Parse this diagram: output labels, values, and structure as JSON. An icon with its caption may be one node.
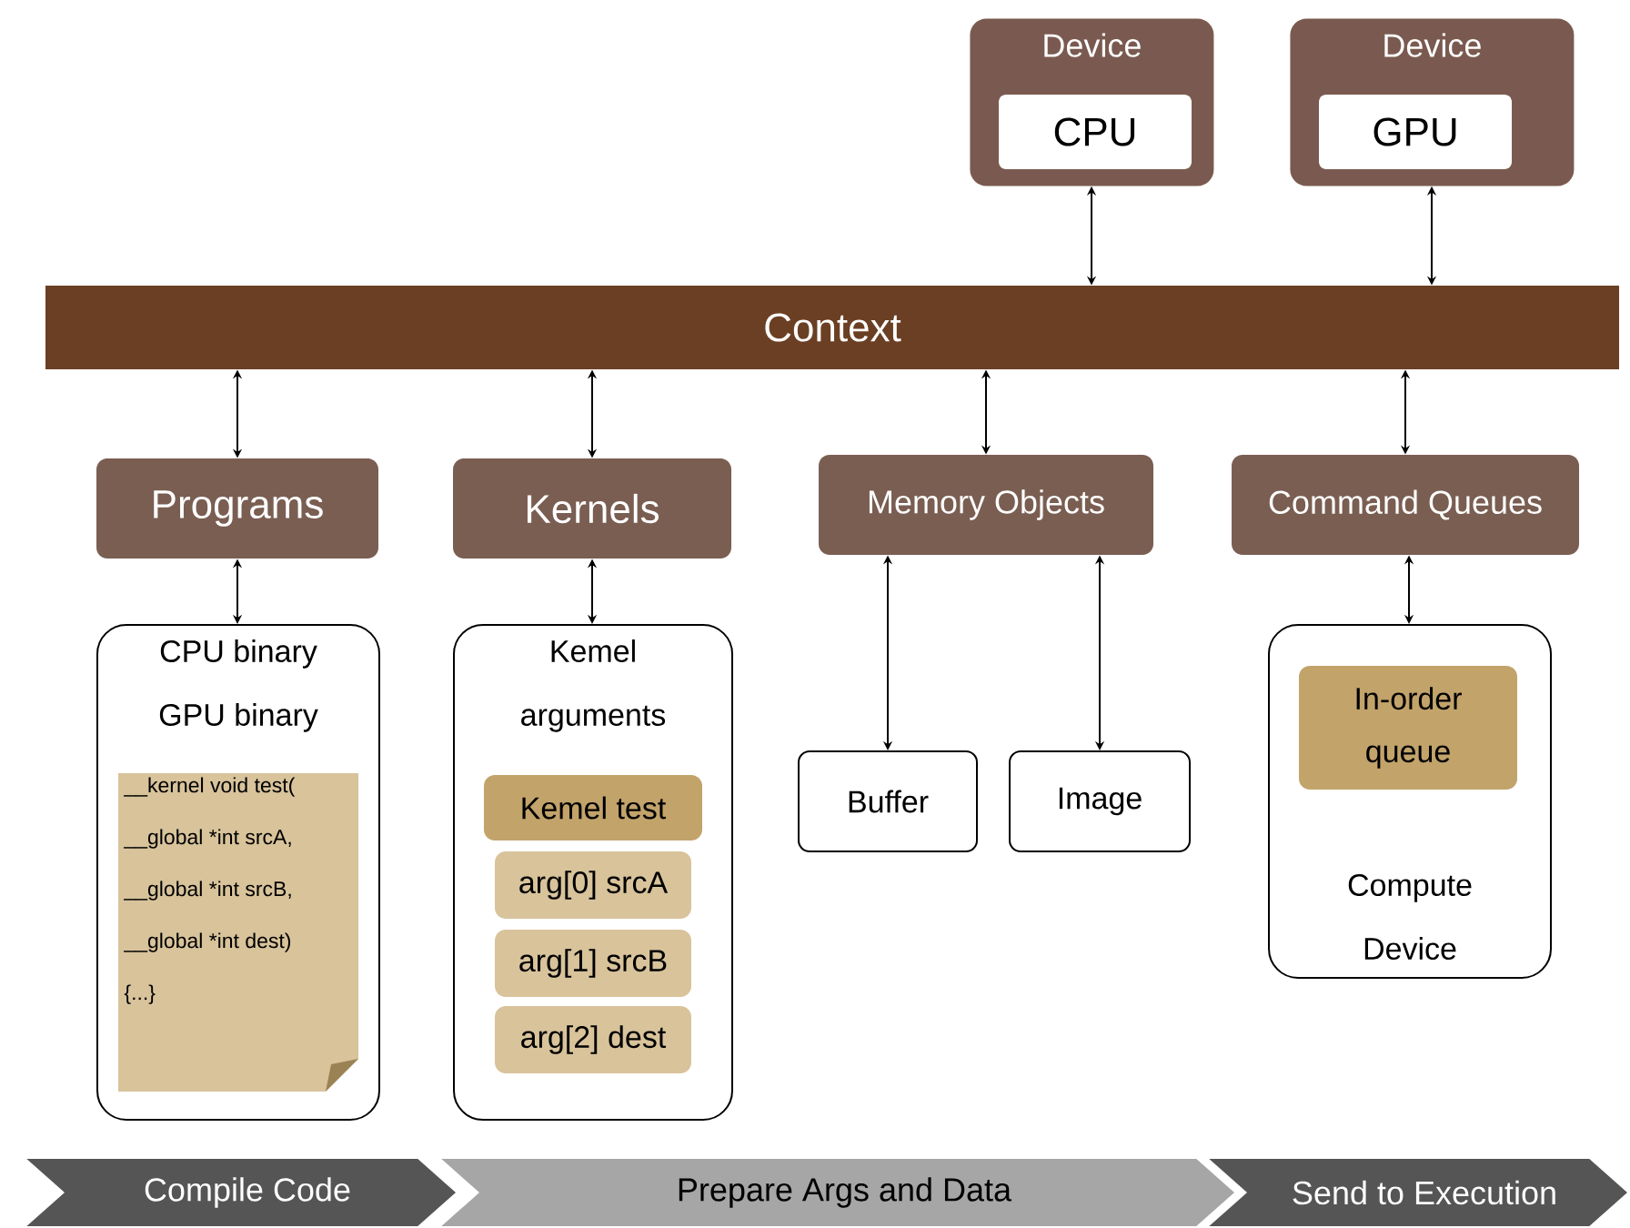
{
  "diagram": {
    "nodes": [
      {
        "text": [
          "Device"
        ]
      },
      {
        "text": [
          "CPU"
        ],
        "in": 0
      },
      {
        "text": [
          "Device"
        ]
      },
      {
        "text": [
          "GPU"
        ],
        "in": 2
      },
      {
        "text": [
          "Context"
        ]
      },
      {
        "text": [
          "Programs"
        ]
      },
      {
        "text": [
          "Kernels"
        ]
      },
      {
        "text": [
          "Memory Objects"
        ]
      },
      {
        "text": [
          "Command Queues"
        ]
      },
      {
        "text": [
          "CPU binary",
          "GPU binary"
        ]
      },
      {
        "text": [
          "__kernel void test(",
          "__global *int srcA,",
          "__global *int srcB,",
          "__global *int dest)",
          "{...}"
        ],
        "in": 9
      },
      {
        "text": [
          "Kemel arguments"
        ]
      },
      {
        "text": [
          "Kemel test"
        ],
        "in": 11
      },
      {
        "text": [
          "arg[0] srcA"
        ],
        "in": 11
      },
      {
        "text": [
          "arg[1] srcB"
        ],
        "in": 11
      },
      {
        "text": [
          "arg[2] dest"
        ],
        "in": 11
      },
      {
        "text": [
          "Buffer"
        ]
      },
      {
        "text": [
          "Image"
        ]
      },
      {
        "text": [
          "Compute Device"
        ]
      },
      {
        "text": [
          "In-order queue"
        ],
        "in": 18
      },
      {
        "text": [
          "Compile Code"
        ]
      },
      {
        "text": [
          "Prepare Args and Data"
        ]
      },
      {
        "text": [
          "Send to Execution"
        ]
      }
    ],
    "edges": [
      {
        "from": 0,
        "to": 4,
        "arrow": "both"
      },
      {
        "from": 2,
        "to": 4,
        "arrow": "both"
      },
      {
        "from": 4,
        "to": 5,
        "arrow": "both"
      },
      {
        "from": 4,
        "to": 6,
        "arrow": "both"
      },
      {
        "from": 4,
        "to": 7,
        "arrow": "both"
      },
      {
        "from": 4,
        "to": 8,
        "arrow": "both"
      },
      {
        "from": 5,
        "to": 9,
        "arrow": "both"
      },
      {
        "from": 6,
        "to": 11,
        "arrow": "both"
      },
      {
        "from": 7,
        "to": 16,
        "arrow": "both"
      },
      {
        "from": 7,
        "to": 17,
        "arrow": "both"
      },
      {
        "from": 8,
        "to": 18,
        "arrow": "both"
      }
    ]
  }
}
